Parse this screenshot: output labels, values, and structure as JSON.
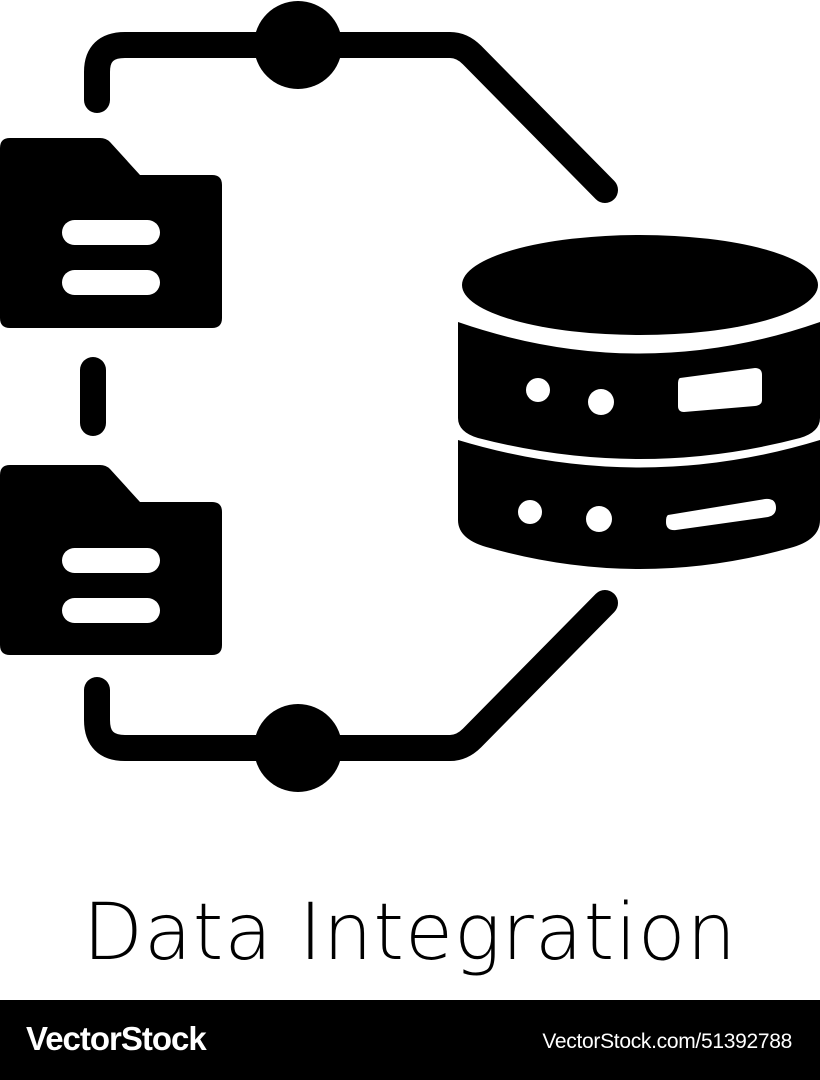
{
  "title": "Data Integration",
  "footer": {
    "brand": "VectorStock",
    "reference": "VectorStock.com/51392788"
  },
  "colors": {
    "ink": "#000000",
    "background": "#ffffff"
  },
  "icons": [
    "folder-icon",
    "database-icon",
    "connector-line",
    "node-circle"
  ]
}
